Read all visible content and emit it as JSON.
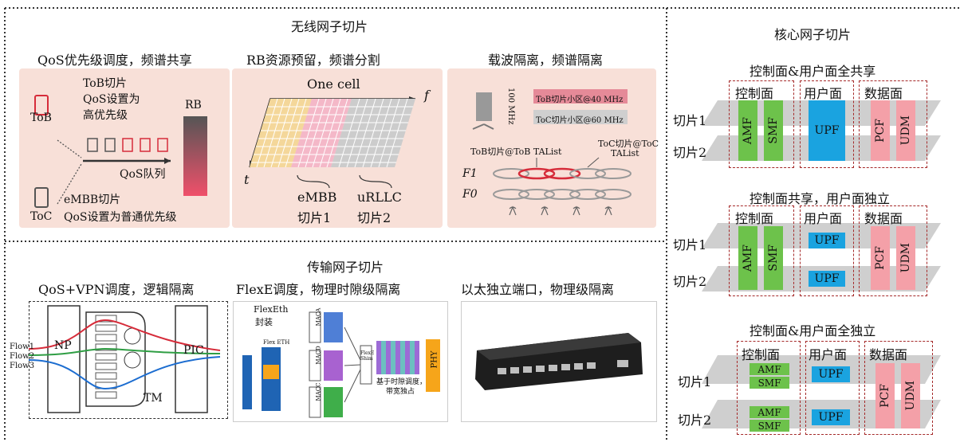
{
  "wireless": {
    "title": "无线网子切片",
    "qos": {
      "title": "QoS优先级调度，频谱共享",
      "tob": "ToB",
      "toc": "ToC",
      "tob_slice": "ToB切片",
      "tob_l2": "QoS设置为",
      "tob_l3": "高优先级",
      "rb": "RB",
      "queue": "QoS队列",
      "embb": "eMBB切片",
      "embb_l2": "QoS设置为普通优先级"
    },
    "rb": {
      "title": "RB资源预留，频谱分割",
      "cell": "One cell",
      "f": "f",
      "t": "t",
      "embb": "eMBB",
      "slice1": "切片1",
      "urllc": "uRLLC",
      "slice2": "切片2"
    },
    "carrier": {
      "title": "载波隔离，频谱隔离",
      "mhz": "100 MHz",
      "tob_cell": "ToB切片小区@40 MHz",
      "toc_cell": "ToC切片小区@60 MHz",
      "tob_ta": "ToB切片@ToB TAList",
      "toc_ta": "ToC切片@ToC",
      "toc_ta2": "TAList",
      "f1": "F1",
      "f0": "F0"
    }
  },
  "transport": {
    "title": "传输网子切片",
    "vpn": {
      "title": "QoS+VPN调度，逻辑隔离",
      "flow1": "Flow1",
      "flow2": "Flow2",
      "flow3": "Flow3",
      "np": "NP",
      "pic": "PIC",
      "tm": "TM"
    },
    "flexe": {
      "title": "FlexE调度，物理时隙级隔离",
      "flexeth": "FlexEth",
      "encap": "封装",
      "flex_eth": "Flex ETH",
      "maca": "MACA",
      "macd": "MACD",
      "macc": "MACC",
      "shim": "FlexE Shim",
      "sched": "基于时隙调度，",
      "sched2": "带宽独占",
      "phy": "PHY"
    },
    "eth": {
      "title": "以太独立端口，物理级隔离"
    }
  },
  "core": {
    "title": "核心网子切片",
    "groups": [
      {
        "title": "控制面&用户面全共享",
        "ctrl": "控制面",
        "user": "用户面",
        "data": "数据面",
        "s1": "切片1",
        "s2": "切片2",
        "amf": "AMF",
        "smf": "SMF",
        "upf": "UPF",
        "pcf": "PCF",
        "udm": "UDM"
      },
      {
        "title": "控制面共享，用户面独立",
        "ctrl": "控制面",
        "user": "用户面",
        "data": "数据面",
        "s1": "切片1",
        "s2": "切片2",
        "amf": "AMF",
        "smf": "SMF",
        "upf": "UPF",
        "pcf": "PCF",
        "udm": "UDM"
      },
      {
        "title": "控制面&用户面全独立",
        "ctrl": "控制面",
        "user": "用户面",
        "data": "数据面",
        "s1": "切片1",
        "s2": "切片2",
        "amf": "AMF",
        "smf": "SMF",
        "upf": "UPF",
        "pcf": "PCF",
        "udm": "UDM"
      }
    ]
  },
  "colors": {
    "accent_red": "#d62c3a",
    "green": "#6dc24b",
    "blue": "#1aa3e0",
    "rose": "#f4a0a8",
    "panel": "#f8e0d8"
  }
}
